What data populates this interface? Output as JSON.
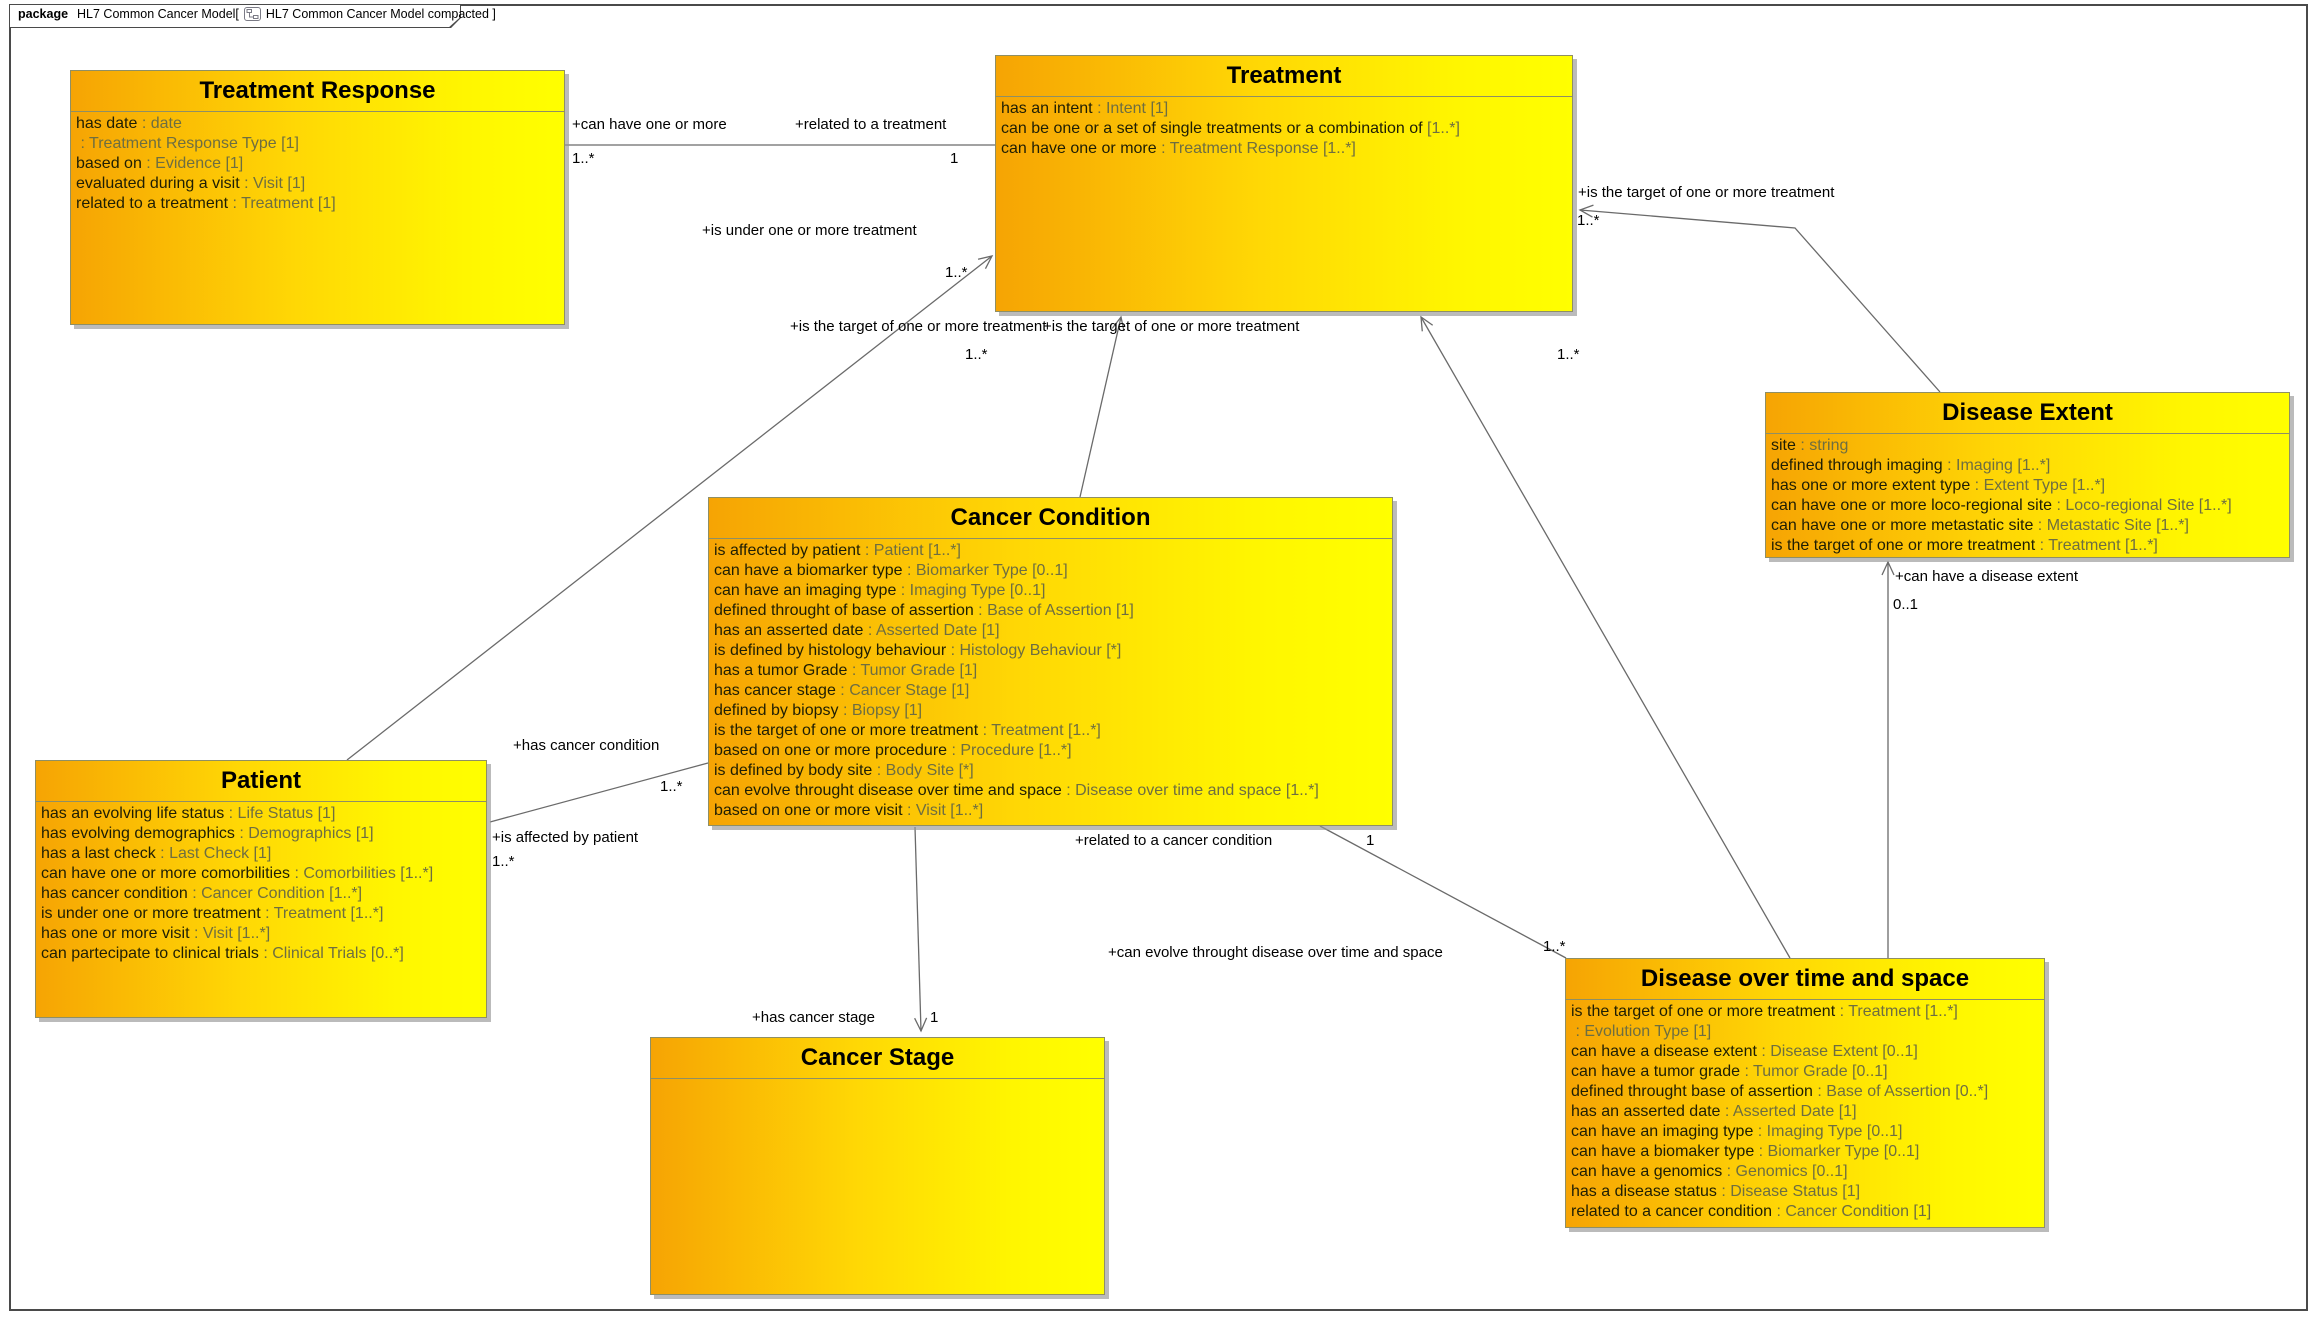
{
  "package": {
    "keyword": "package",
    "title_prefix": "HL7 Common Cancer Model[",
    "diagram_name": "HL7 Common Cancer Model compacted ]",
    "icon": "diagram-icon"
  },
  "colors": {
    "box_gradient_start": "#F6A404",
    "box_gradient_end": "#FFFF00",
    "box_border": "#8f8f64",
    "attribute_name": "#1e1e04",
    "attribute_type": "#6e6e41",
    "association_line": "#6a6a6a"
  },
  "classes": [
    {
      "title": "Treatment Response",
      "attributes": [
        {
          "name": "has date",
          "type": " : date"
        },
        {
          "name": "",
          "type": " : Treatment Response Type [1]"
        },
        {
          "name": "based on",
          "type": " : Evidence [1]"
        },
        {
          "name": "evaluated during a visit",
          "type": " : Visit [1]"
        },
        {
          "name": "related to a treatment",
          "type": " : Treatment [1]"
        }
      ]
    },
    {
      "title": "Treatment",
      "attributes": [
        {
          "name": "has an intent",
          "type": " : Intent [1]"
        },
        {
          "name": "can be one or a set of single treatments or a combination of",
          "type": " [1..*]"
        },
        {
          "name": "can have one or more",
          "type": " : Treatment Response [1..*]"
        }
      ]
    },
    {
      "title": "Disease Extent",
      "attributes": [
        {
          "name": "site",
          "type": " : string"
        },
        {
          "name": "defined through imaging",
          "type": " : Imaging [1..*]"
        },
        {
          "name": "has one or more extent type",
          "type": " : Extent Type [1..*]"
        },
        {
          "name": "can have one or more loco-regional site",
          "type": " : Loco-regional Site [1..*]"
        },
        {
          "name": "can have one or more metastatic site",
          "type": " : Metastatic Site [1..*]"
        },
        {
          "name": "is the target of one or more treatment",
          "type": " : Treatment [1..*]"
        }
      ]
    },
    {
      "title": "Cancer Condition",
      "attributes": [
        {
          "name": "is affected by patient",
          "type": " : Patient [1..*]"
        },
        {
          "name": "can have a biomarker type",
          "type": " : Biomarker Type [0..1]"
        },
        {
          "name": "can have an imaging type",
          "type": " : Imaging Type [0..1]"
        },
        {
          "name": "defined throught of base of assertion",
          "type": " : Base of Assertion [1]"
        },
        {
          "name": "has an asserted date",
          "type": " : Asserted Date [1]"
        },
        {
          "name": "is defined by histology behaviour",
          "type": " : Histology Behaviour [*]"
        },
        {
          "name": "has a tumor Grade",
          "type": " : Tumor Grade [1]"
        },
        {
          "name": "has cancer stage",
          "type": " : Cancer Stage [1]"
        },
        {
          "name": "defined by biopsy",
          "type": " : Biopsy [1]"
        },
        {
          "name": "is the target of one or more treatment",
          "type": " : Treatment [1..*]"
        },
        {
          "name": "based on one or more procedure",
          "type": " : Procedure [1..*]"
        },
        {
          "name": "is defined by body site",
          "type": " : Body Site [*]"
        },
        {
          "name": "can evolve throught disease over time and space",
          "type": " : Disease over time and space [1..*]"
        },
        {
          "name": "based on one or more visit",
          "type": " : Visit [1..*]"
        }
      ]
    },
    {
      "title": "Patient",
      "attributes": [
        {
          "name": "has an evolving life status",
          "type": " : Life Status [1]"
        },
        {
          "name": "has evolving demographics",
          "type": " : Demographics [1]"
        },
        {
          "name": "has a last check",
          "type": " : Last Check [1]"
        },
        {
          "name": "can have one or more comorbilities",
          "type": " : Comorbilities [1..*]"
        },
        {
          "name": "has cancer condition",
          "type": " : Cancer Condition [1..*]"
        },
        {
          "name": "is under one or more treatment",
          "type": " : Treatment [1..*]"
        },
        {
          "name": "has one or more visit",
          "type": " : Visit [1..*]"
        },
        {
          "name": "can partecipate to clinical trials",
          "type": " : Clinical Trials [0..*]"
        }
      ]
    },
    {
      "title": "Cancer Stage",
      "attributes": []
    },
    {
      "title": "Disease over time and space",
      "attributes": [
        {
          "name": "is the target of one or more treatment",
          "type": " : Treatment [1..*]"
        },
        {
          "name": "",
          "type": " : Evolution Type [1]"
        },
        {
          "name": "can have a disease extent",
          "type": " : Disease Extent [0..1]"
        },
        {
          "name": "can have a tumor grade",
          "type": " : Tumor Grade [0..1]"
        },
        {
          "name": "defined throught base of assertion",
          "type": " : Base of Assertion [0..*]"
        },
        {
          "name": "has an asserted date",
          "type": " : Asserted Date [1]"
        },
        {
          "name": "can have an imaging type",
          "type": " : Imaging Type [0..1]"
        },
        {
          "name": "can have a biomaker type",
          "type": " : Biomarker Type [0..1]"
        },
        {
          "name": "can have a genomics",
          "type": " : Genomics [0..1]"
        },
        {
          "name": "has a disease status",
          "type": " : Disease Status [1]"
        },
        {
          "name": "related to a cancer condition",
          "type": " : Cancer Condition [1]"
        }
      ]
    }
  ],
  "associations": [
    {
      "id": "treatment-response__treatment",
      "role_source": "+can have one or more",
      "mult_source": "1..*",
      "role_target": "+related to a treatment",
      "mult_target": "1"
    },
    {
      "id": "patient__treatment",
      "role_target": "+is under one or more treatment",
      "mult_target": "1..*"
    },
    {
      "id": "cancer-condition__treatment",
      "role_target": "+is the target of one or more treatment",
      "mult_target": "1..*"
    },
    {
      "id": "disease-over-time__treatment",
      "role_target": "+is the target of one or more treatment",
      "mult_target": "1..*"
    },
    {
      "id": "disease-extent__treatment",
      "role_target": "+is the target of one or more treatment",
      "mult_target": "1..*"
    },
    {
      "id": "disease-over-time__disease-extent",
      "role_target": "+can have a disease extent",
      "mult_target": "0..1"
    },
    {
      "id": "patient__cancer-condition",
      "role_source": "+is affected by patient",
      "mult_source": "1..*",
      "role_target": "+has cancer condition",
      "mult_target": "1..*"
    },
    {
      "id": "cancer-condition__cancer-stage",
      "role_target": "+has cancer stage",
      "mult_target": "1"
    },
    {
      "id": "cancer-condition__disease-over-time",
      "role_source": "+related to a cancer condition",
      "mult_source": "1",
      "role_target": "+can evolve throught disease over time and space",
      "mult_target": "1..*"
    }
  ]
}
